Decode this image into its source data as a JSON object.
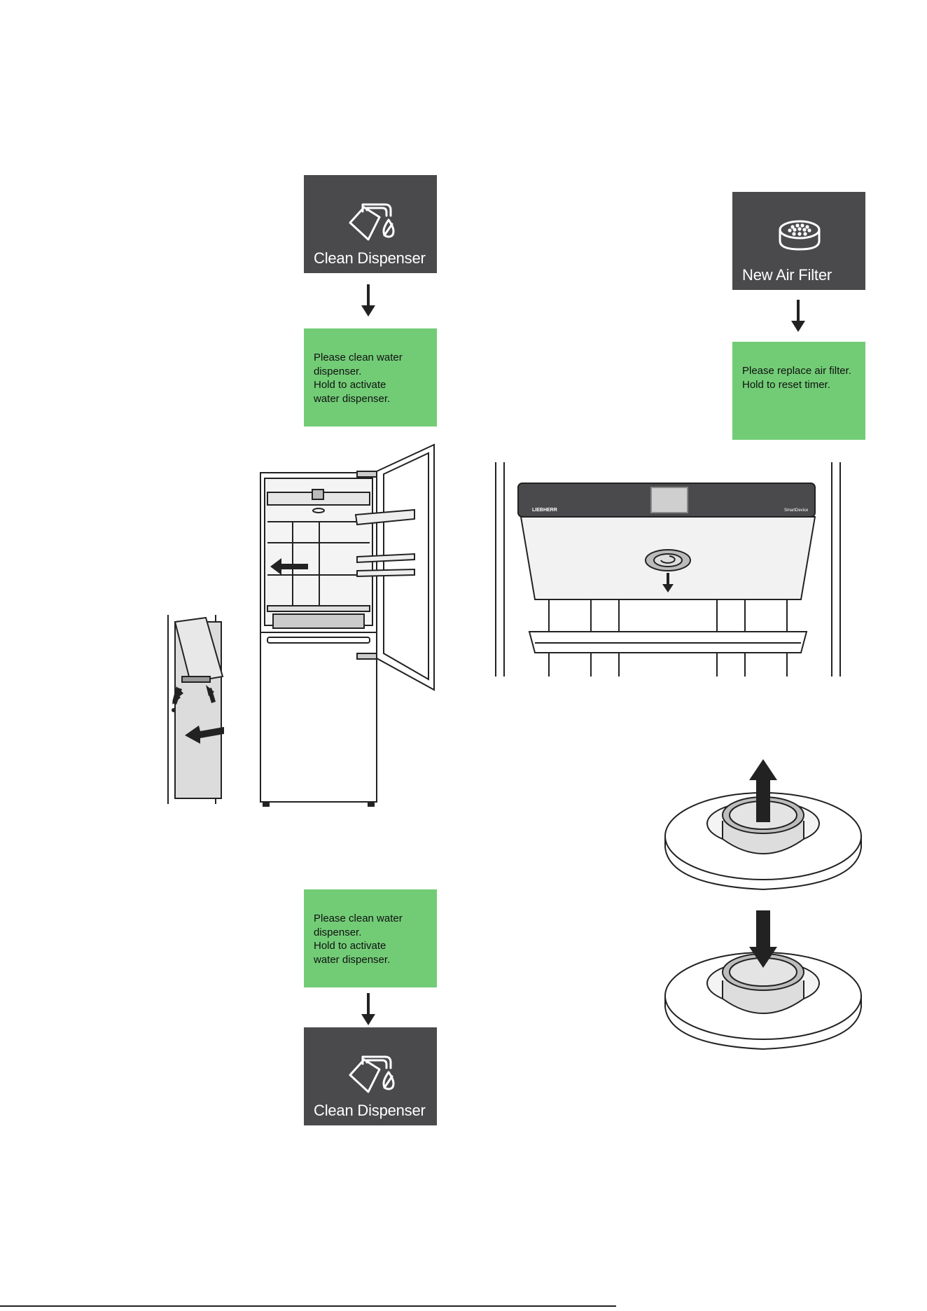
{
  "left_column": {
    "tile_top": {
      "label": "Clean Dispenser",
      "icon": "clean-dispenser-icon",
      "color": "#4a4a4c"
    },
    "message_top": {
      "text": "Please clean water\ndispenser.\nHold to activate\nwater dispenser.",
      "color": "#72cc76"
    },
    "message_bottom": {
      "text": "Please clean water\ndispenser.\nHold to activate\nwater dispenser.",
      "color": "#72cc76"
    },
    "tile_bottom": {
      "label": "Clean Dispenser",
      "icon": "clean-dispenser-icon",
      "color": "#4a4a4c"
    }
  },
  "right_column": {
    "tile_top": {
      "label": "New Air Filter",
      "icon": "air-filter-icon",
      "color": "#4a4a4c"
    },
    "message_top": {
      "text": "Please replace air filter.\nHold to reset timer.",
      "color": "#72cc76"
    },
    "panel_brand": "LIEBHERR",
    "panel_model": "SmartDevice"
  }
}
